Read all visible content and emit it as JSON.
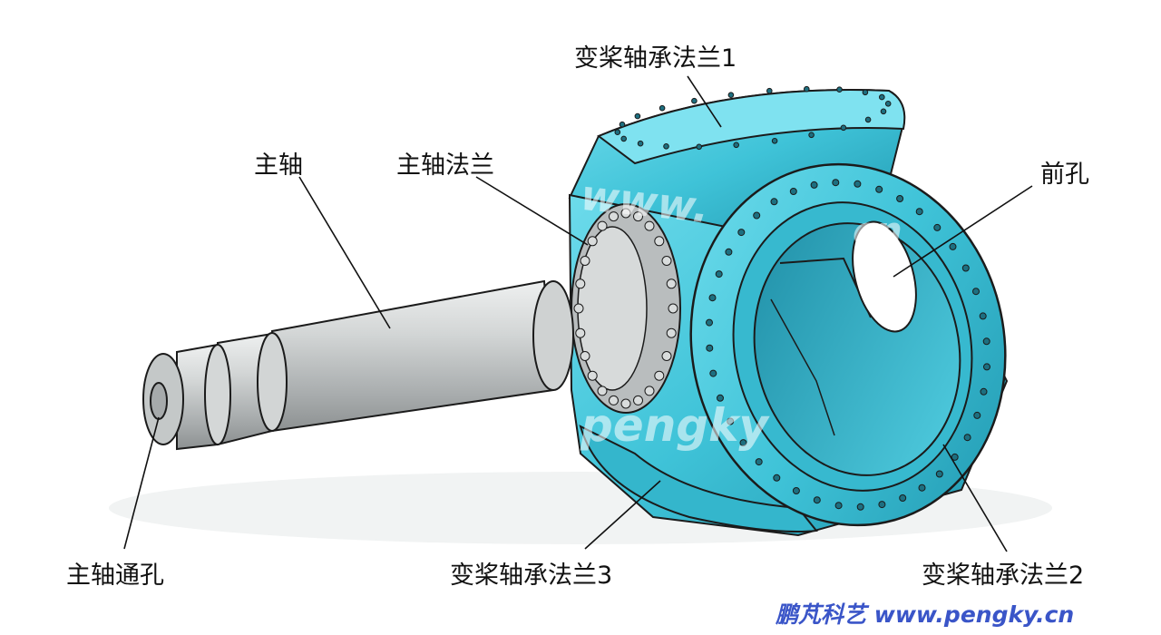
{
  "labels": {
    "pitch_flange_1": "变桨轴承法兰1",
    "main_shaft": "主轴",
    "main_shaft_flange": "主轴法兰",
    "front_hole": "前孔",
    "main_shaft_bore": "主轴通孔",
    "pitch_flange_3": "变桨轴承法兰3",
    "pitch_flange_2": "变桨轴承法兰2"
  },
  "watermarks": {
    "www": "www.",
    "cn": "cn",
    "pengky": "pengky"
  },
  "brand": {
    "name": "鹏芃科艺",
    "url": "www.pengky.cn"
  },
  "colors": {
    "hub": "#3fc3d8",
    "hub_dark": "#2aa3ba",
    "shaft": "#c9cccc",
    "brand": "#3a55c8"
  }
}
